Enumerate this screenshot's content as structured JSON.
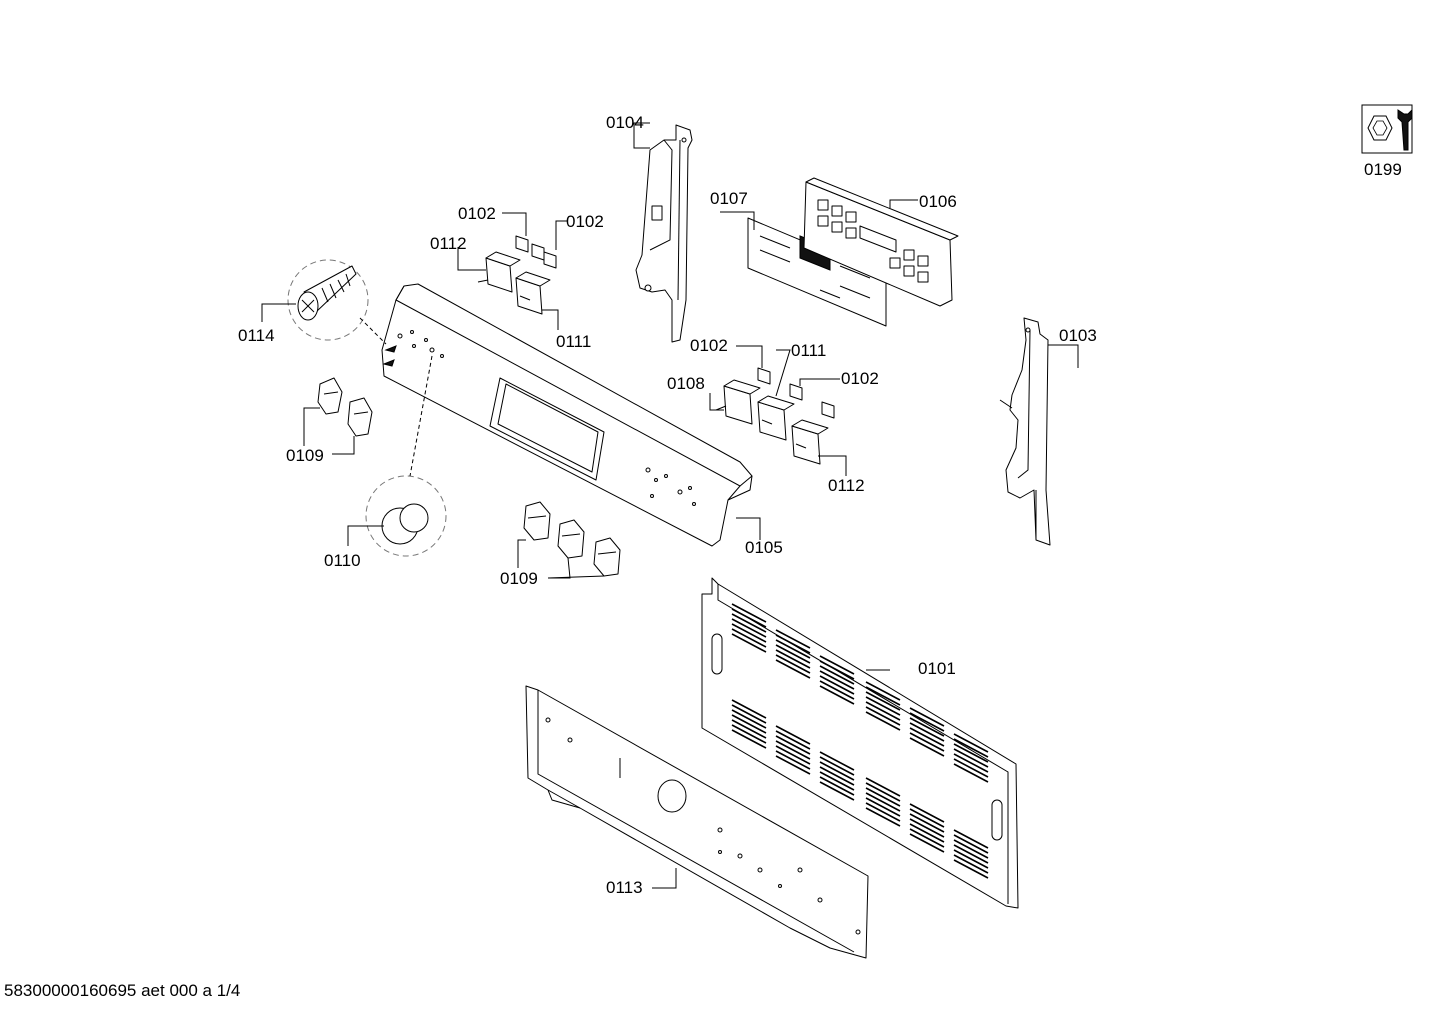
{
  "labels": {
    "l0104": "0104",
    "l0102a": "0102",
    "l0102b": "0102",
    "l0107": "0107",
    "l0106": "0106",
    "l0112a": "0112",
    "l0111a": "0111",
    "l0114": "0114",
    "l0102c": "0102",
    "l0111b": "0111",
    "l0102d": "0102",
    "l0108": "0108",
    "l0112b": "0112",
    "l0103": "0103",
    "l0109a": "0109",
    "l0105": "0105",
    "l0110": "0110",
    "l0109b": "0109",
    "l0101": "0101",
    "l0113": "0113",
    "l0199": "0199"
  },
  "icons": {
    "tools": "bolt-and-wrench-icon"
  },
  "footer": {
    "code": "58300000160695 aet 000 a 1/4"
  }
}
